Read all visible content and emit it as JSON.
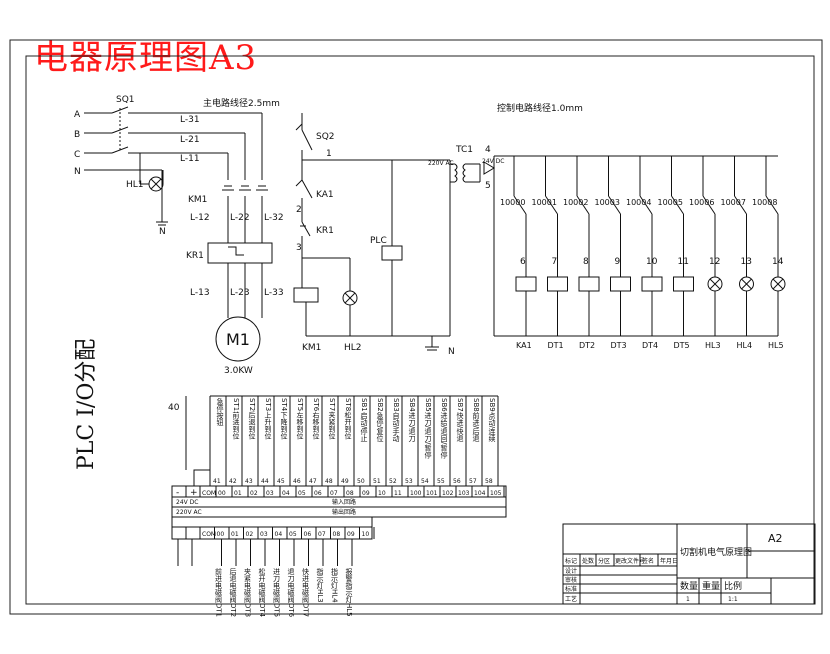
{
  "title": "电器原理图A3",
  "main_circuit": {
    "label": "主电路线径2.5mm",
    "phases": [
      "A",
      "B",
      "C",
      "N"
    ],
    "switch": "SQ1",
    "lines_in": [
      "L-31",
      "L-21",
      "L-11"
    ],
    "indicator": "HL1",
    "contactor": "KM1",
    "lines_mid": [
      "L-12",
      "L-22",
      "L-32"
    ],
    "overload": "KR1",
    "lines_out": [
      "L-13",
      "L-23",
      "L-33"
    ],
    "motor": "M1",
    "motor_power": "3.0KW",
    "ground": "N"
  },
  "control_circuit": {
    "label": "控制电路线径1.0mm",
    "switch": "SQ2",
    "node1": "1",
    "relay": "KA1",
    "node2": "2",
    "overload": "KR1",
    "node3": "3",
    "plc": "PLC",
    "contactor_coil": "KM1",
    "lamp": "HL2",
    "ground": "N",
    "transformer": "TC1",
    "ac_voltage": "220V AC",
    "dc_voltage": "24V DC",
    "node4": "4",
    "node5": "5",
    "outputs": [
      {
        "addr": "10000",
        "wire": "6",
        "load": "KA1",
        "kind": "coil"
      },
      {
        "addr": "10001",
        "wire": "7",
        "load": "DT1",
        "kind": "coil"
      },
      {
        "addr": "10002",
        "wire": "8",
        "load": "DT2",
        "kind": "coil"
      },
      {
        "addr": "10003",
        "wire": "9",
        "load": "DT3",
        "kind": "coil"
      },
      {
        "addr": "10004",
        "wire": "10",
        "load": "DT4",
        "kind": "coil"
      },
      {
        "addr": "10005",
        "wire": "11",
        "load": "DT5",
        "kind": "coil"
      },
      {
        "addr": "10006",
        "wire": "12",
        "load": "HL3",
        "kind": "lamp"
      },
      {
        "addr": "10007",
        "wire": "13",
        "load": "HL4",
        "kind": "lamp"
      },
      {
        "addr": "10008",
        "wire": "14",
        "load": "HL5",
        "kind": "lamp"
      }
    ]
  },
  "plc_io": {
    "heading": "PLC I/O分配",
    "left_number": "40",
    "input_labels": [
      "急停按钮",
      "ST1前进到位",
      "ST2后退到位",
      "ST3上升到位",
      "ST4下降到位",
      "ST5左移到位",
      "ST6右移到位",
      "ST7夹紧到位",
      "ST8松开到位",
      "SB1启动/停止",
      "SB2急停/复位",
      "SB3自动/手动",
      "SB4进刀/退刀",
      "SB5进刀/退刀/暂停",
      "SB6进给/退回/暂停",
      "SB7快进/快退",
      "SB8前进/后退",
      "SB9点动/连续"
    ],
    "input_numbers": [
      "41",
      "42",
      "43",
      "44",
      "45",
      "46",
      "47",
      "48",
      "49",
      "50",
      "51",
      "52",
      "53",
      "54",
      "55",
      "56",
      "57",
      "58"
    ],
    "input_addresses": [
      "COM",
      "00",
      "01",
      "02",
      "03",
      "04",
      "05",
      "06",
      "07",
      "08",
      "09",
      "10",
      "11",
      "100",
      "101",
      "102",
      "103",
      "104",
      "105"
    ],
    "power_row": [
      "-",
      "+"
    ],
    "dc_label": "24V DC",
    "ac_label": "220V AC",
    "input_title": "输入回路",
    "output_title": "输出回路",
    "output_addresses": [
      "COM",
      "00",
      "01",
      "02",
      "03",
      "04",
      "05",
      "06",
      "07",
      "08",
      "09",
      "10"
    ],
    "output_labels": [
      "前进电磁阀DT1",
      "后退电磁阀DT2",
      "夹紧电磁阀DT3",
      "松开电磁阀DT4",
      "进刀电磁阀DT5",
      "退刀电磁阀DT6",
      "快进电磁阀DT7",
      "指示灯HL3",
      "指示灯HL4",
      "报警指示灯HL5"
    ]
  },
  "title_block": {
    "drawing_name": "切割机电气原理图",
    "size": "A2",
    "row_labels": [
      "标记",
      "处数",
      "分区",
      "更改文件号",
      "签名",
      "年月日"
    ],
    "left_rows": [
      "设计",
      "审核",
      "标准",
      "工艺"
    ],
    "headers": [
      "数量",
      "重量",
      "比例"
    ],
    "values": [
      "1",
      "",
      "1:1"
    ]
  }
}
